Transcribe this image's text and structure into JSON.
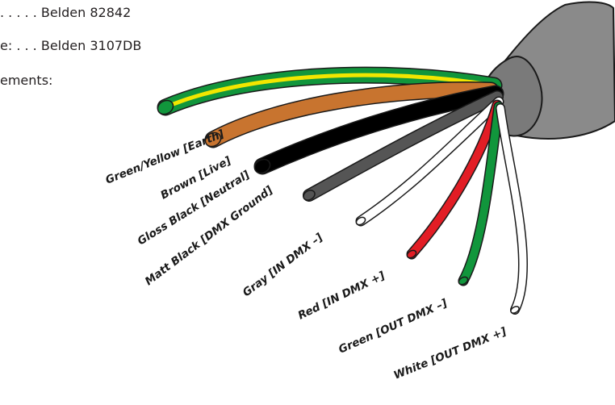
{
  "spec_lines": {
    "line1": ". . . . . Belden 82842",
    "line2": "e: . . . Belden 3107DB",
    "line3": "ements:"
  },
  "wires": [
    {
      "label": "Green/Yellow [Earth]",
      "color": "#11963c",
      "stripe": "#f2e600"
    },
    {
      "label": "Brown [Live]",
      "color": "#c8742f"
    },
    {
      "label": "Gloss Black [Neutral]",
      "color": "#000000"
    },
    {
      "label": "Matt Black [DMX Ground]",
      "color": "#555555"
    },
    {
      "label": "Gray [IN DMX –]",
      "color": "#ffffff"
    },
    {
      "label": "Red [IN DMX +]",
      "color": "#e21d25"
    },
    {
      "label": "Green [OUT DMX –]",
      "color": "#11963c"
    },
    {
      "label": "White [OUT DMX +]",
      "color": "#ffffff"
    }
  ],
  "cable_jacket_color": "#8a8a8a"
}
